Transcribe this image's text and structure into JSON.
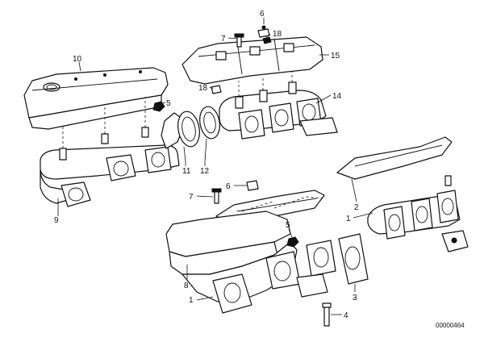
{
  "diagram": {
    "callouts": {
      "heat_shield_left": "10",
      "nut_left": "5",
      "manifold_left": "9",
      "gasket_ring_a": "11",
      "gasket_ring_b": "12",
      "bolt_top": "7",
      "cap_top": "6",
      "clip_top": "18",
      "heat_shield_right": "15",
      "clip_mid": "18",
      "manifold_right": "14",
      "heat_shield_small": "2",
      "manifold_small": "1",
      "bolt_lower": "7",
      "clip_lower": "6",
      "nut_lower": "5",
      "manifold_lower": "8",
      "flange_lower": "1",
      "gasket_lower": "3",
      "bolt_bottom": "4"
    },
    "doc_code": "00000464"
  }
}
